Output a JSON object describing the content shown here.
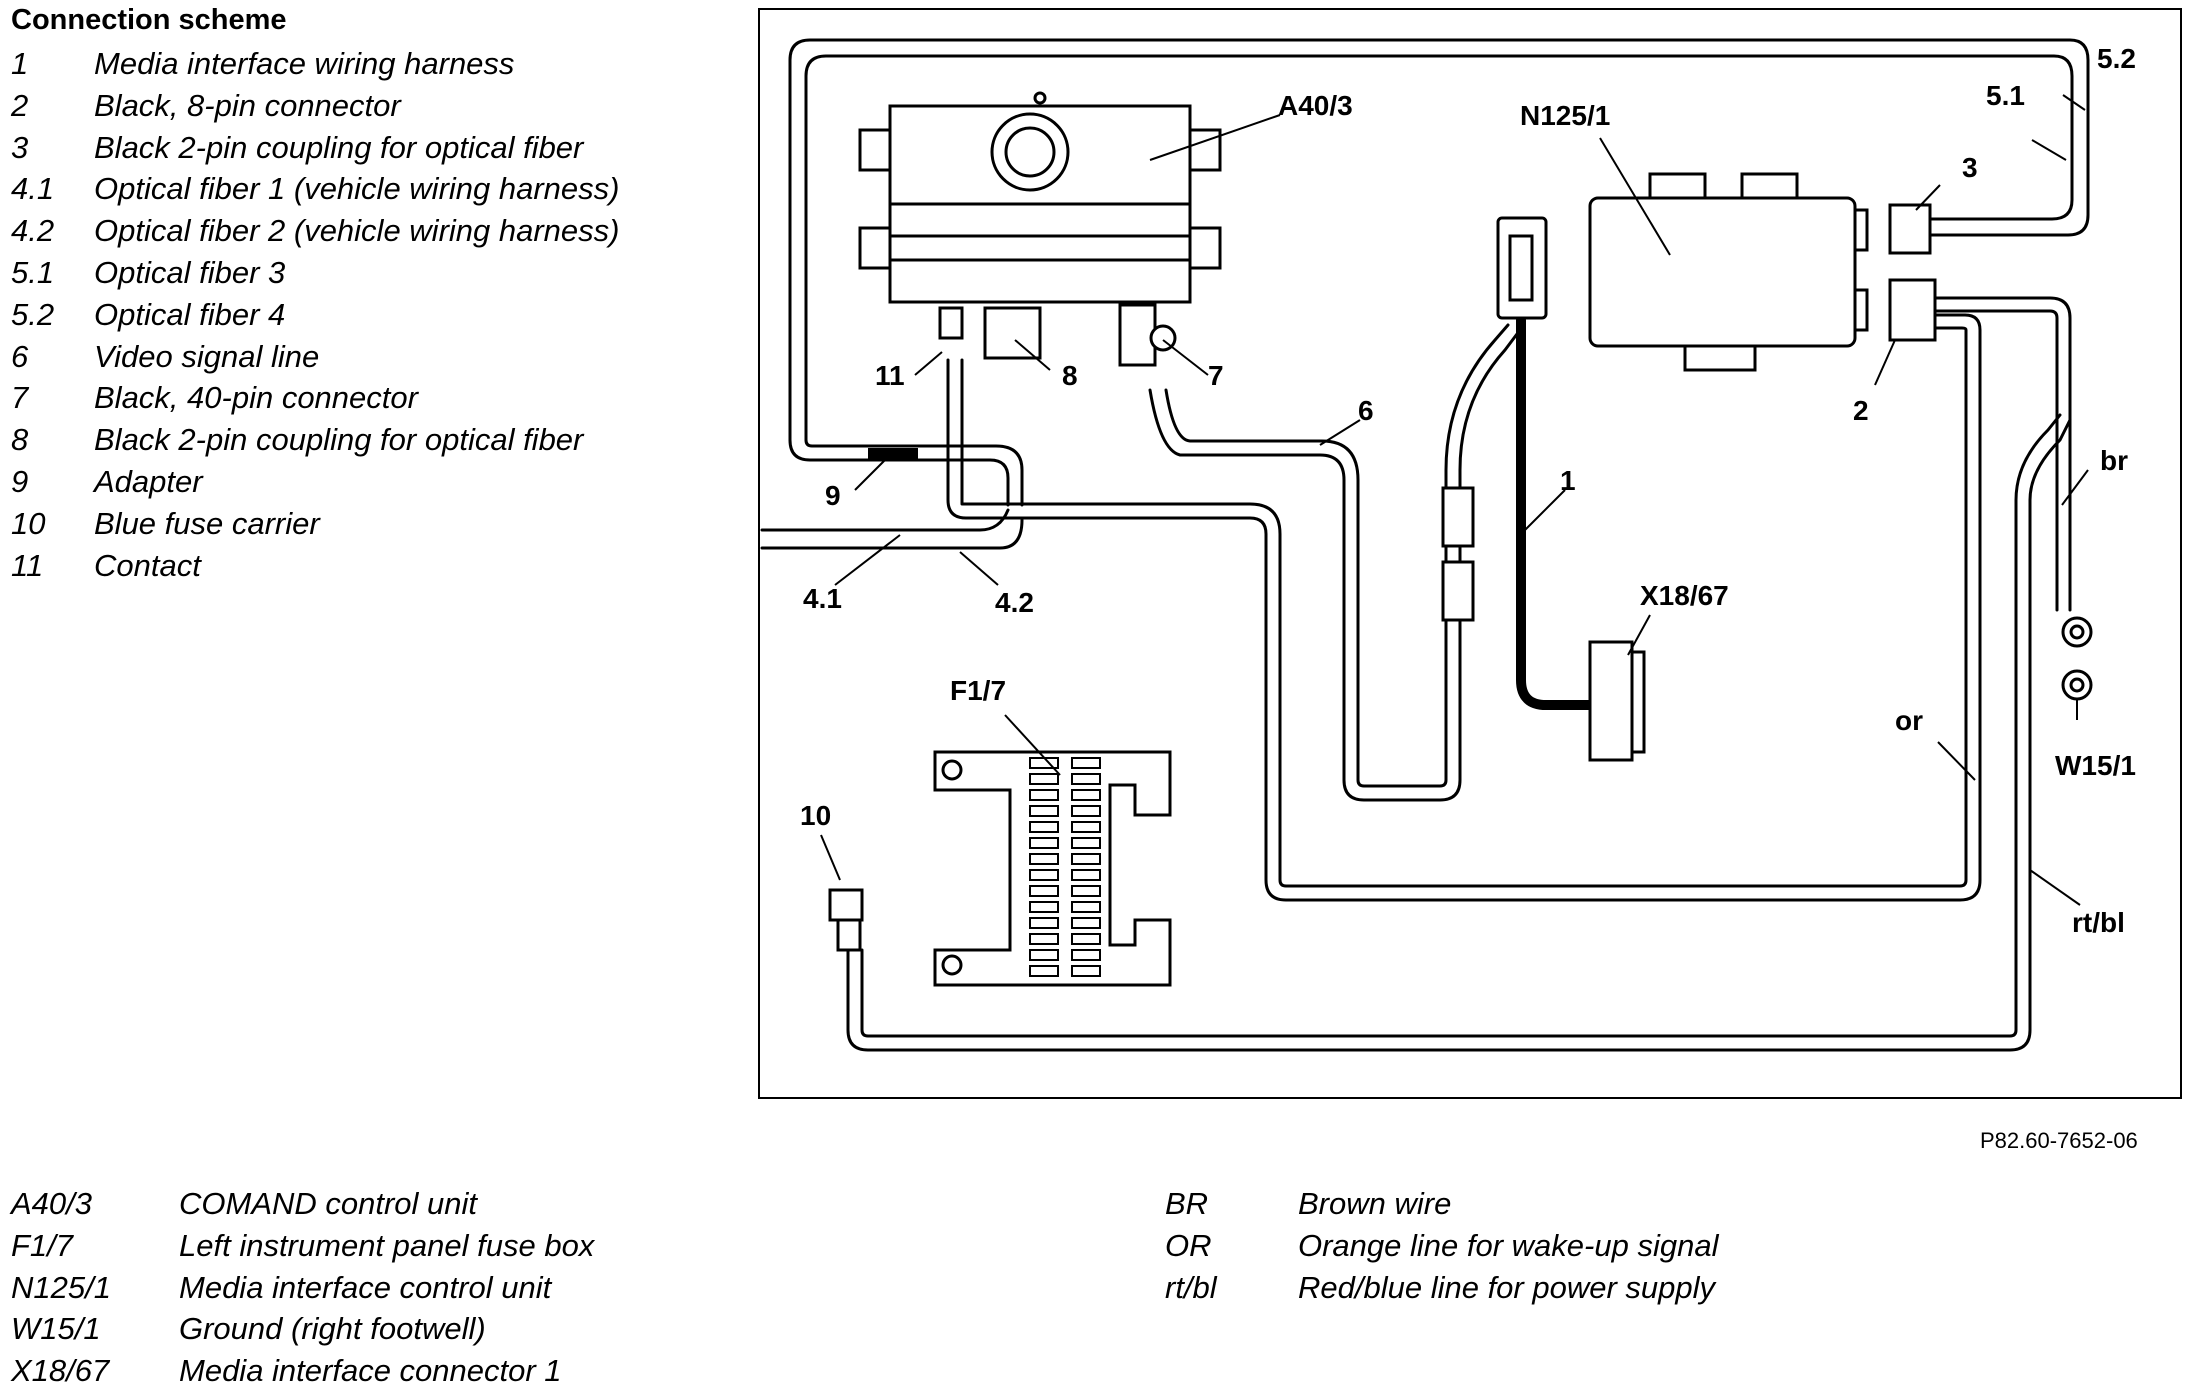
{
  "legend": {
    "title": "Connection scheme",
    "items": [
      {
        "num": "1",
        "text": "Media interface wiring harness"
      },
      {
        "num": "2",
        "text": "Black, 8-pin connector"
      },
      {
        "num": "3",
        "text": "Black 2-pin coupling for optical fiber"
      },
      {
        "num": "4.1",
        "text": "Optical fiber 1 (vehicle wiring harness)"
      },
      {
        "num": "4.2",
        "text": "Optical fiber 2 (vehicle wiring harness)"
      },
      {
        "num": "5.1",
        "text": "Optical fiber 3"
      },
      {
        "num": "5.2",
        "text": "Optical fiber 4"
      },
      {
        "num": "6",
        "text": "Video signal line"
      },
      {
        "num": "7",
        "text": "Black, 40-pin connector"
      },
      {
        "num": "8",
        "text": "Black 2-pin coupling for optical fiber"
      },
      {
        "num": "9",
        "text": "Adapter"
      },
      {
        "num": "10",
        "text": "Blue fuse carrier"
      },
      {
        "num": "11",
        "text": "Contact"
      }
    ]
  },
  "diagram": {
    "labels": {
      "a40_3": "A40/3",
      "n125_1": "N125/1",
      "x18_67": "X18/67",
      "f1_7": "F1/7",
      "w15_1": "W15/1",
      "c1": "1",
      "c2": "2",
      "c3": "3",
      "c4_1": "4.1",
      "c4_2": "4.2",
      "c5_1": "5.1",
      "c5_2": "5.2",
      "c6": "6",
      "c7": "7",
      "c8": "8",
      "c9": "9",
      "c10": "10",
      "c11": "11",
      "br": "br",
      "or": "or",
      "rtbl": "rt/bl"
    },
    "reference_code": "P82.60-7652-06"
  },
  "components": [
    {
      "code": "A40/3",
      "text": "COMAND control unit"
    },
    {
      "code": "F1/7",
      "text": "Left instrument panel fuse box"
    },
    {
      "code": "N125/1",
      "text": "Media interface control unit"
    },
    {
      "code": "W15/1",
      "text": "Ground (right footwell)"
    },
    {
      "code": "X18/67",
      "text": "Media interface connector 1"
    }
  ],
  "wires": [
    {
      "code": "BR",
      "text": "Brown wire"
    },
    {
      "code": "OR",
      "text": "Orange line for wake-up signal"
    },
    {
      "code": "rt/bl",
      "text": "Red/blue line for power supply"
    }
  ]
}
